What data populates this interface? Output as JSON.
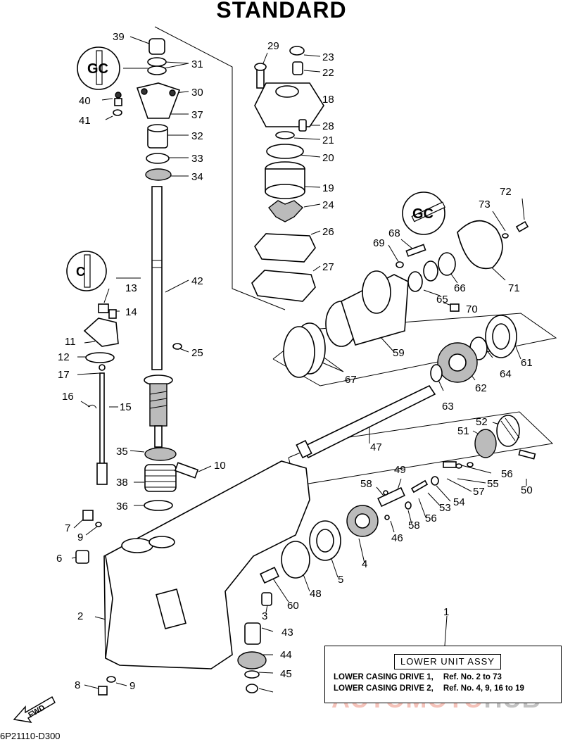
{
  "title": "STANDARD",
  "drawing_number": "6P21110-D300",
  "fwd_label": "FWD",
  "legend": {
    "title": "LOWER  UNIT  ASSY",
    "rows": [
      {
        "label": "LOWER CASING DRIVE 1,",
        "ref": "Ref. No. 2 to 73"
      },
      {
        "label": "LOWER CASING DRIVE 2,",
        "ref": "Ref. No. 4, 9, 16 to 19"
      }
    ]
  },
  "watermark": {
    "brand": "AUTOMOTO",
    "suffix": "HUB"
  },
  "callouts": [
    "39",
    "31",
    "30",
    "37",
    "32",
    "33",
    "34",
    "40",
    "41",
    "42",
    "13",
    "14",
    "11",
    "12",
    "17",
    "16",
    "15",
    "25",
    "35",
    "10",
    "38",
    "36",
    "7",
    "9",
    "6",
    "2",
    "8",
    "9",
    "29",
    "23",
    "22",
    "18",
    "28",
    "21",
    "20",
    "19",
    "24",
    "26",
    "27",
    "72",
    "73",
    "68",
    "69",
    "66",
    "71",
    "65",
    "70",
    "59",
    "67",
    "61",
    "64",
    "62",
    "63",
    "47",
    "52",
    "51",
    "56",
    "55",
    "57",
    "50",
    "49",
    "58",
    "54",
    "53",
    "56",
    "58",
    "46",
    "4",
    "5",
    "48",
    "60",
    "3",
    "43",
    "44",
    "45",
    "1"
  ],
  "icon_names": [
    "grease-icon",
    "grease-icon",
    "grease-icon",
    "fwd-arrow-icon"
  ],
  "colors": {
    "line": "#000000",
    "watermark_red": "#e67864",
    "watermark_gray": "#787878"
  }
}
